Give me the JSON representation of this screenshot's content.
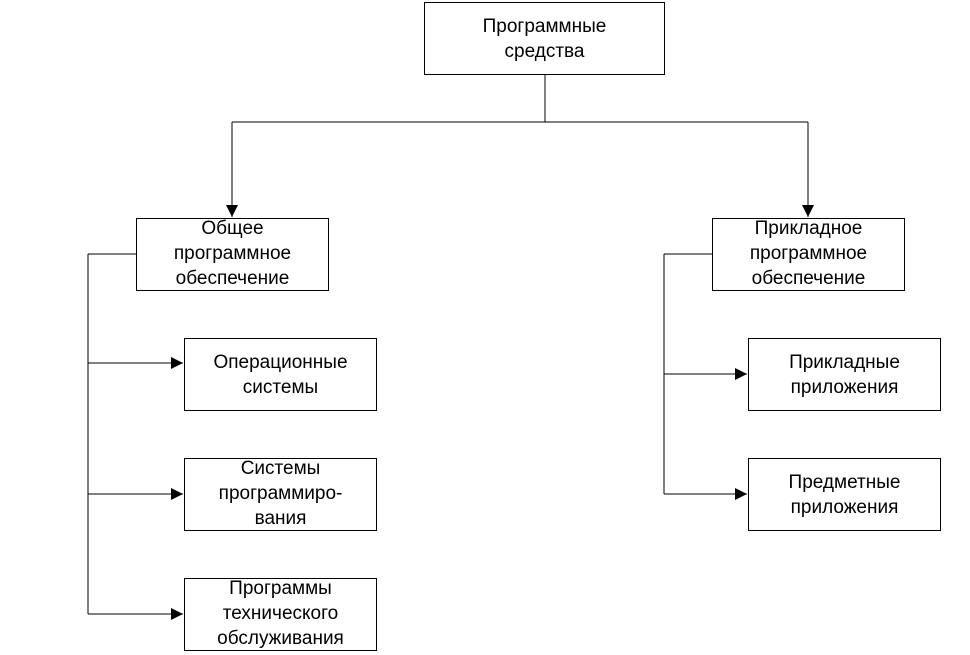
{
  "diagram": {
    "root": {
      "lines": [
        "Программные",
        "средства"
      ]
    },
    "general_software": {
      "lines": [
        "Общее",
        "программное",
        "обеспечение"
      ]
    },
    "applied_software": {
      "lines": [
        "Прикладное",
        "программное",
        "обеспечение"
      ]
    },
    "operating_systems": {
      "lines": [
        "Операционные",
        "системы"
      ]
    },
    "programming_systems": {
      "lines": [
        "Системы",
        "программиро-",
        "вания"
      ]
    },
    "maintenance_programs": {
      "lines": [
        "Программы",
        "технического",
        "обслуживания"
      ]
    },
    "applied_applications": {
      "lines": [
        "Прикладные",
        "приложения"
      ]
    },
    "domain_applications": {
      "lines": [
        "Предметные",
        "приложения"
      ]
    }
  },
  "colors": {
    "line": "#000000",
    "box_border": "#000000",
    "background": "#ffffff"
  }
}
